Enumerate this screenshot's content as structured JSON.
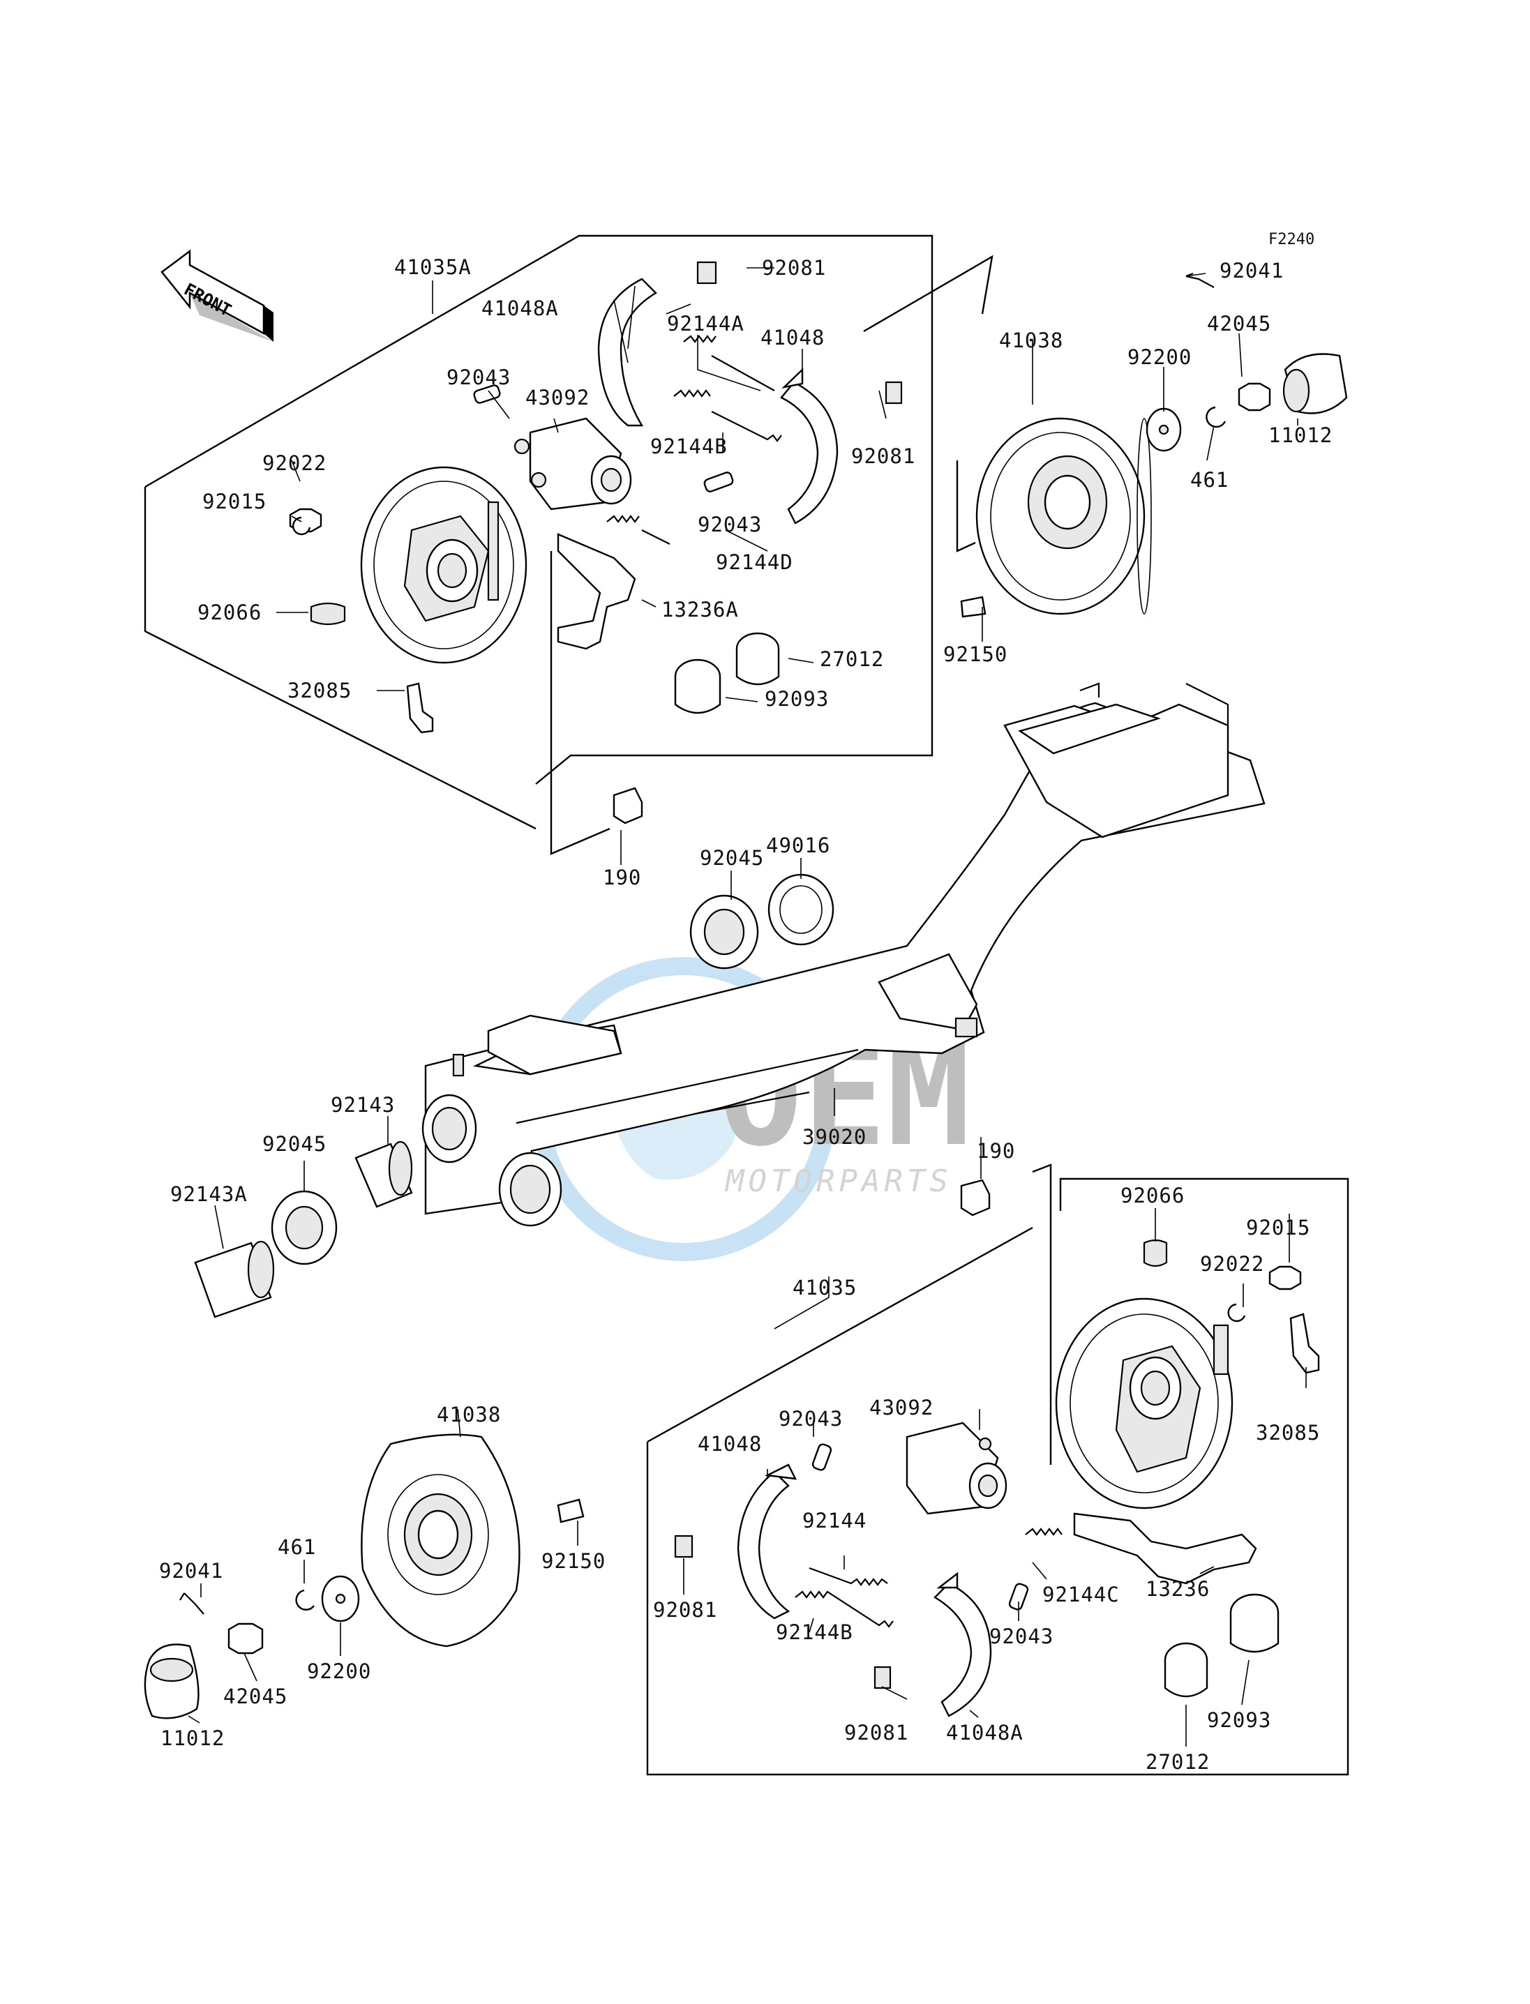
{
  "diagram_code": "F2240",
  "direction_label": "FRONT",
  "watermark": {
    "brand": "OEM",
    "sub": "MOTORPARTS",
    "accent_color": "#2a8fd6",
    "gray_color": "#6f6f6f"
  },
  "labels": {
    "41035A": "41035A",
    "92081_a": "92081",
    "41048A_a": "41048A",
    "92144A": "92144A",
    "41048_a": "41048",
    "92043_a": "92043",
    "43092_a": "43092",
    "92144B_a": "92144B",
    "92081_b": "92081",
    "92022_a": "92022",
    "92015_a": "92015",
    "92043_b": "92043",
    "92144D": "92144D",
    "92066_a": "92066",
    "13236A": "13236A",
    "27012_a": "27012",
    "32085_a": "32085",
    "92093_a": "92093",
    "41038_a": "41038",
    "92200_a": "92200",
    "42045_a": "42045",
    "92041_a": "92041",
    "11012_a": "11012",
    "461_a": "461",
    "92150_a": "92150",
    "190_a": "190",
    "92045_a": "92045",
    "49016": "49016",
    "92143": "92143",
    "92045_b": "92045",
    "92143A": "92143A",
    "39020": "39020",
    "190_b": "190",
    "92066_b": "92066",
    "92015_b": "92015",
    "92022_b": "92022",
    "41035": "41035",
    "32085_b": "32085",
    "41038_b": "41038",
    "43092_b": "43092",
    "92043_c": "92043",
    "41048_b": "41048",
    "92144": "92144",
    "92041_b": "92041",
    "461_b": "461",
    "92150_b": "92150",
    "92081_c": "92081",
    "92144B_b": "92144B",
    "92144C": "92144C",
    "13236": "13236",
    "92043_d": "92043",
    "92200_b": "92200",
    "42045_b": "42045",
    "92093_b": "92093",
    "11012_b": "11012",
    "92081_d": "92081",
    "41048A_b": "41048A",
    "27012_b": "27012"
  }
}
